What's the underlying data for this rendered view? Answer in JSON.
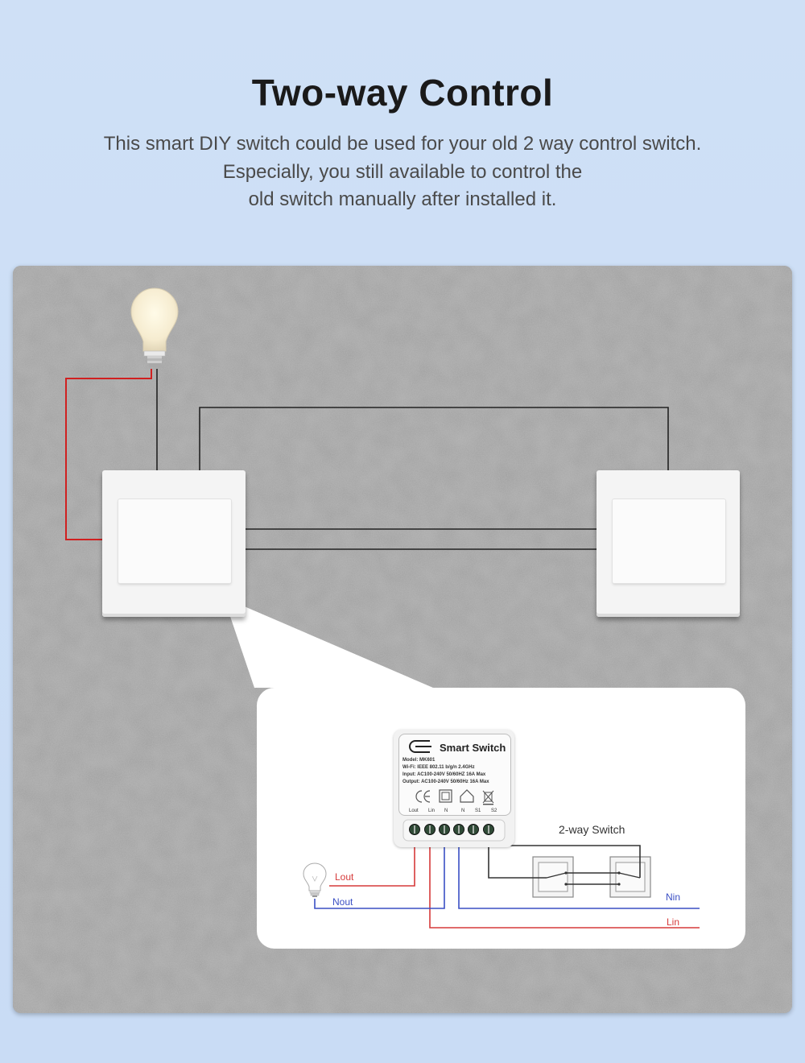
{
  "header": {
    "title": "Two-way Control",
    "description_lines": [
      "This smart DIY switch could be used for your old 2 way control switch.",
      "Especially, you still available to control the",
      "old switch manually after installed it."
    ]
  },
  "diagram": {
    "module": {
      "title": "Smart Switch",
      "specs": [
        "Model: MK601",
        "Wi-Fi: IEEE 802.11  b/g/n 2.4GHz",
        "Input:  AC100-240V  50/60HZ  16A Max",
        "Output:  AC100-240V  50/60Hz  16A Max"
      ],
      "terminals": [
        "Lout",
        "Lin",
        "N",
        "N",
        "S1",
        "S2"
      ]
    },
    "labels": {
      "two_way_switch": "2-way Switch",
      "lout": "Lout",
      "nout": "Nout",
      "nin": "Nin",
      "lin": "Lin"
    }
  },
  "colors": {
    "background": "#cfe0f6",
    "wall": "#9a9a9a",
    "live_wire": "#d63a3a",
    "neutral_wire": "#3a4fc4",
    "switch_wire": "#333333"
  },
  "icons": [
    "light-bulb-icon",
    "ce-mark-icon",
    "double-insulation-icon",
    "home-icon",
    "weee-bin-icon",
    "power-logo-icon"
  ]
}
